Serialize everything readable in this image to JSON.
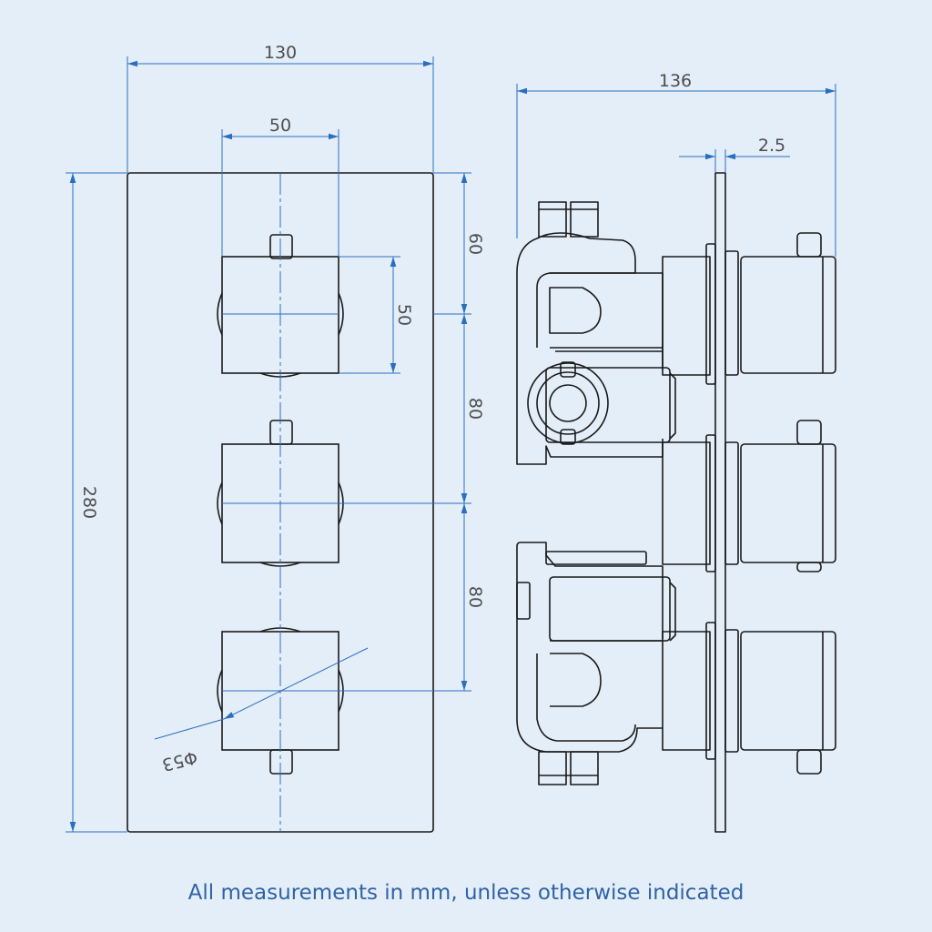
{
  "front_view": {
    "dimensions": {
      "width": "130",
      "spacing_horizontal": "50",
      "height": "280",
      "top_offset": "60",
      "handle_size": "50",
      "spacing_1": "80",
      "spacing_2": "80",
      "handle_diameter": "Φ53"
    }
  },
  "side_view": {
    "dimensions": {
      "depth": "136",
      "plate_thickness": "2.5"
    }
  },
  "caption": "All measurements in mm, unless otherwise indicated",
  "colors": {
    "background": "#e4eef9",
    "outline": "#1a1a1a",
    "dimension": "#2a6ebf",
    "dimension_text": "#4d4d4d",
    "caption": "#2f63a5"
  }
}
